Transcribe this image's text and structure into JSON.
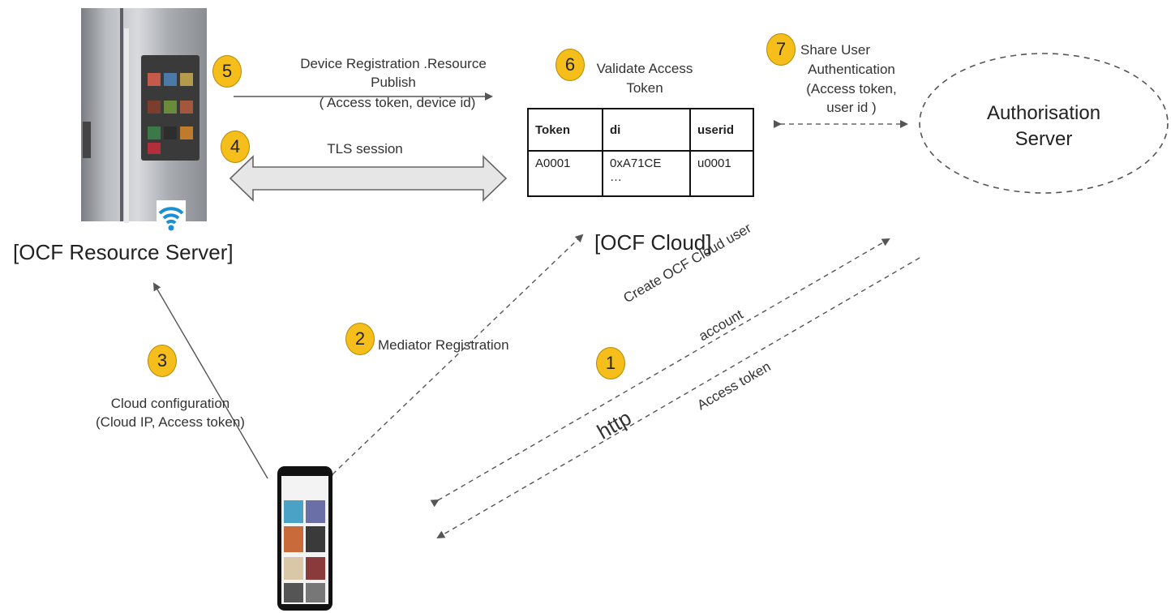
{
  "steps": {
    "s1": "1",
    "s2": "2",
    "s3": "3",
    "s4": "4",
    "s5": "5",
    "s6": "6",
    "s7": "7"
  },
  "labels": {
    "device_registration": "Device Registration .Resource",
    "device_registration_2": "Publish",
    "device_registration_3": "( Access token, device id)",
    "tls_session": "TLS session",
    "validate_1": "Validate Access",
    "validate_2": "Token",
    "share_1": "Share User",
    "share_2": "Authentication",
    "share_3": "(Access token,",
    "share_4": "user id )",
    "mediator": "Mediator Registration",
    "cloud_config_1": "Cloud  configuration",
    "cloud_config_2": "(Cloud IP, Access token)",
    "create_account_1": "Create OCF Cloud user",
    "create_account_2": "account",
    "http": "http",
    "access_token": "Access token"
  },
  "nodes": {
    "resource_server": "[OCF Resource Server]",
    "ocf_cloud": "[OCF Cloud]",
    "auth_server_1": "Authorisation",
    "auth_server_2": "Server"
  },
  "token_table": {
    "headers": [
      "Token",
      "di",
      "userid"
    ],
    "row": {
      "token": "A0001",
      "di": "0xA71CE",
      "di_more": "…",
      "userid": "u0001"
    }
  },
  "colors": {
    "badge": "#f6be1a",
    "arrow": "#555555",
    "wifi": "#1a8fd6"
  }
}
